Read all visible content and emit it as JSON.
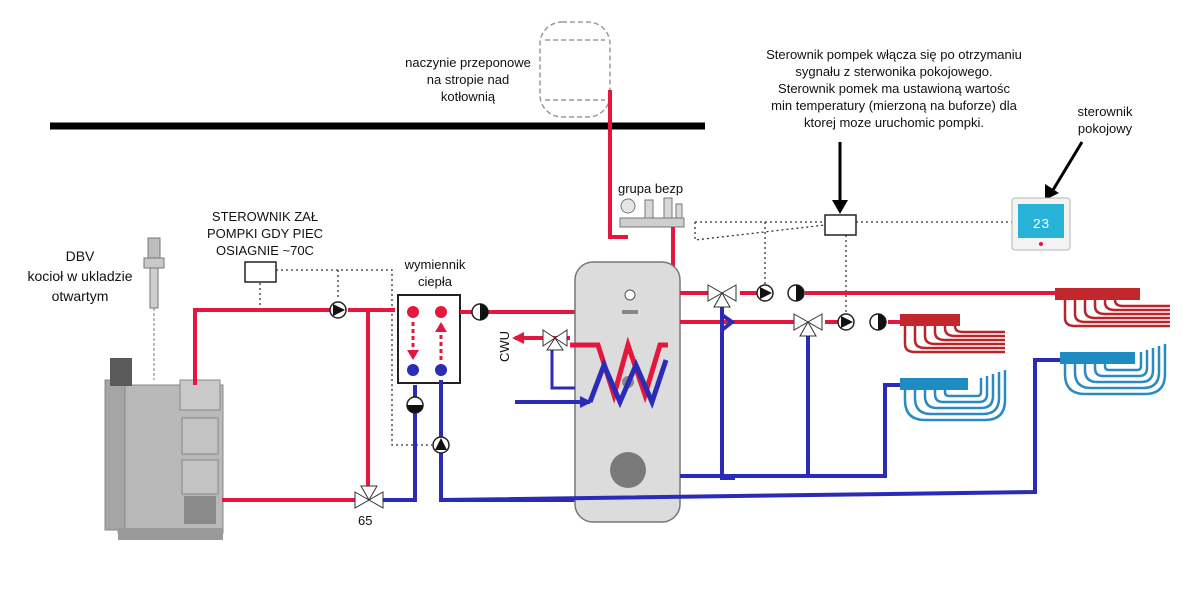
{
  "labels": {
    "expansion_vessel": [
      "naczynie przeponowe",
      "na stropie nad",
      "kotłownią"
    ],
    "pump_controller_note": [
      "Sterownik pompek włącza się po otrzymaniu",
      "sygnału z sterwonika pokojowego.",
      "Sterownik pomek ma ustawioną wartośc",
      "min temperatury (mierzoną na buforze) dla",
      "ktorej moze uruchomic pompki."
    ],
    "room_controller": [
      "sterownik",
      "pokojowy"
    ],
    "safety_group": "grupa bezp",
    "boiler_pump_controller": [
      "STEROWNIK ZAŁ",
      "POMPKI GDY PIEC",
      "OSIAGNIE ~70C"
    ],
    "heat_exchanger": [
      "wymiennik",
      "ciepła"
    ],
    "boiler": [
      "DBV",
      "kocioł w ukladzie",
      "otwartym"
    ],
    "dhw": "CWU",
    "valve_setpoint": "65"
  },
  "thermostat_display": "23",
  "colors": {
    "hot_pipe": "#e5173f",
    "cold_pipe": "#2b2bb8",
    "wall": "#000000",
    "signal": "#333333",
    "tank": "#d8d8d8",
    "boiler": "#b9b9b9"
  }
}
